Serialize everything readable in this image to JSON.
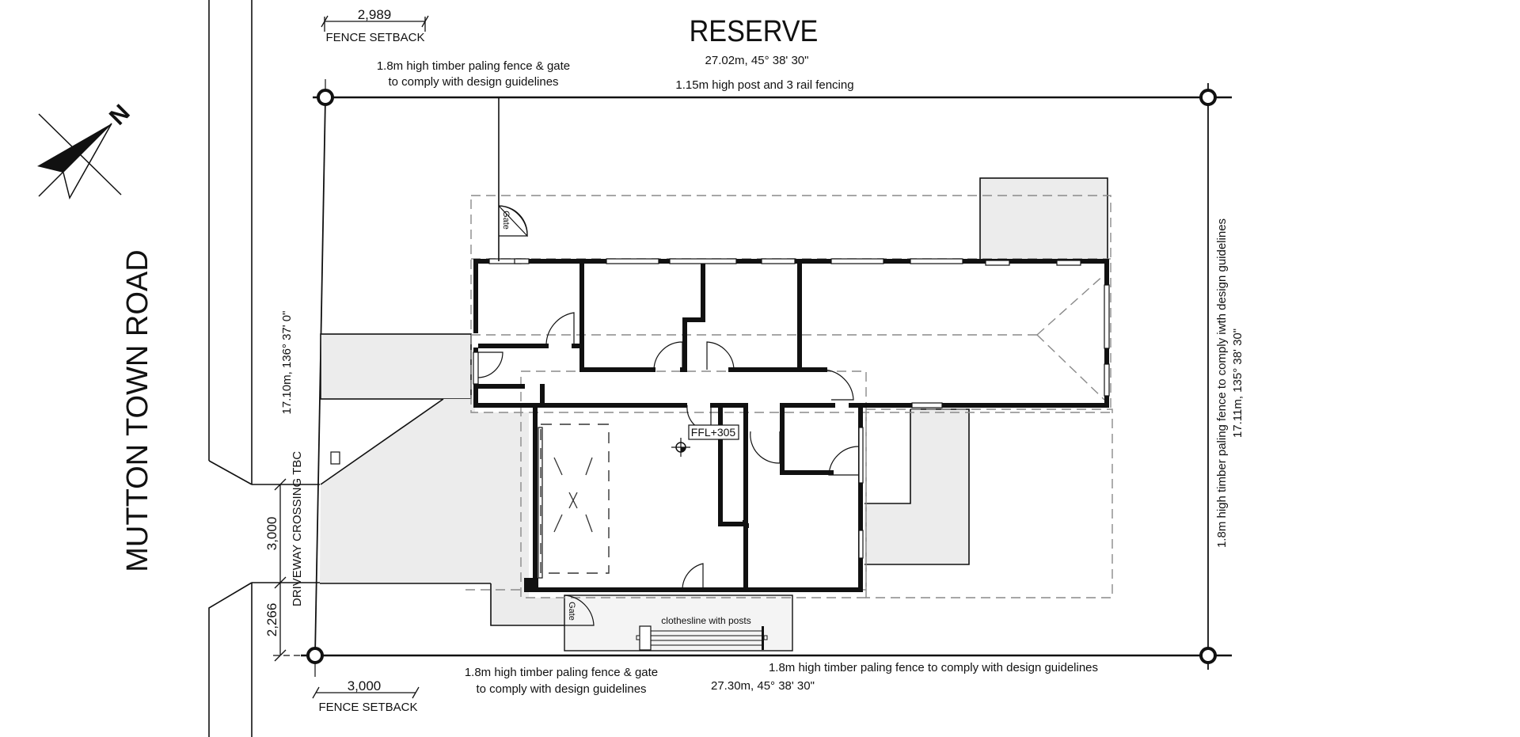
{
  "drawing": {
    "type": "site plan",
    "colors": {
      "line": "#111111",
      "paving_fill": "#ececec",
      "dashed_line": "#8a8a8a",
      "background": "#ffffff"
    }
  },
  "labels": {
    "reserve": "RESERVE",
    "road_name": "MUTTON TOWN ROAD",
    "north": "N",
    "top_boundary_dimension": "27.02m, 45° 38' 30\"",
    "top_fence": "1.15m high post and 3 rail fencing",
    "top_left_fence_line1": "1.8m high timber paling fence & gate",
    "top_left_fence_line2": "to comply with design guidelines",
    "top_setback_value": "2,989",
    "top_setback_label": "FENCE SETBACK",
    "left_boundary_dimension": "17.10m, 136° 37' 0\"",
    "driveway_crossing": "DRIVEWAY CROSSING TBC",
    "driveway_width": "3,000",
    "driveway_offset": "2,266",
    "bottom_setback_value": "3,000",
    "bottom_setback_label": "FENCE SETBACK",
    "bottom_left_fence_line1": "1.8m high timber paling fence & gate",
    "bottom_left_fence_line2": "to comply with design guidelines",
    "bottom_fence": "1.8m high timber paling fence to comply with design guidelines",
    "bottom_boundary_dimension": "27.30m, 45° 38' 30\"",
    "right_fence": "1.8m high timber paling fence to comply iwth design guidelines",
    "right_boundary_dimension": "17.11m, 135° 38' 30\"",
    "gate_top": "Gate",
    "gate_bottom": "Gate",
    "clothesline": "clothesline with posts",
    "ffl": "FFL+305"
  }
}
